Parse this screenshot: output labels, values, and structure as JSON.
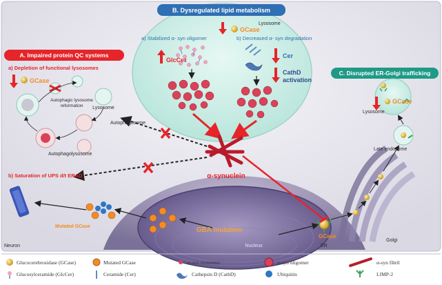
{
  "panels": {
    "a": {
      "title": "A. Impaired protein QC systems",
      "sub_a": "a) Depletion of functional lysosomes",
      "gcase": "GCase",
      "reformation_1": "Autophagic lysosome",
      "reformation_2": "reformation",
      "lysosome": "Lysosome",
      "autophagosome": "Autophagosome",
      "autophagolysosome": "Autophagolysosome",
      "sub_b": "b) Saturation of UPS d/t ERAD",
      "mutated_gcase": "Mutated GCase"
    },
    "b": {
      "title": "B. Dysregulated lipid metabolism",
      "lysosome": "Lysosome",
      "gcase": "GCase",
      "sub_a": "a) Stabilized α- syn oligomer",
      "sub_b": "b) Decreased α- syn degradation",
      "glccer": "GlcCer",
      "cer": "Cer",
      "cathd_1": "CathD",
      "cathd_2": "activation"
    },
    "c": {
      "title": "C. Disrupted ER-Golgi trafficking",
      "lysosome": "Lysosome",
      "gcase": "GCase",
      "late_endosome": "Late endosome",
      "golgi": "Golgi",
      "er": "ER",
      "er_gcase": "GCase"
    },
    "center": {
      "alpha_syn": "α-synuclein",
      "gba": "GBA mutation",
      "nucleus": "Nucleus",
      "neuron": "Neuron"
    }
  },
  "legend": [
    {
      "label": "Glucocerebrosidase (GCase)",
      "icon": "gcase-ball-icon"
    },
    {
      "label": "Mutated GCase",
      "icon": "mutated-gcase-icon"
    },
    {
      "label": "α-syn monomer",
      "icon": "monomer-dot-icon"
    },
    {
      "label": "α-syn oligomer",
      "icon": "oligomer-icon"
    },
    {
      "label": "α-syn fibril",
      "icon": "fibril-icon"
    },
    {
      "label": "Glucosylceramide (GlcCer)",
      "icon": "glccer-icon"
    },
    {
      "label": "Ceramide (Cer)",
      "icon": "ceramide-icon"
    },
    {
      "label": "Cathepsin D (CathD)",
      "icon": "cathepsin-icon"
    },
    {
      "label": "Ubiquitin",
      "icon": "ubiquitin-icon"
    },
    {
      "label": "LIMP-2",
      "icon": "limp2-icon"
    }
  ],
  "colors": {
    "red": "#e5252a",
    "blue": "#2f6fb3",
    "gold": "#e0b12a",
    "teal_title": "#1e9a86",
    "orange": "#f28c28"
  }
}
